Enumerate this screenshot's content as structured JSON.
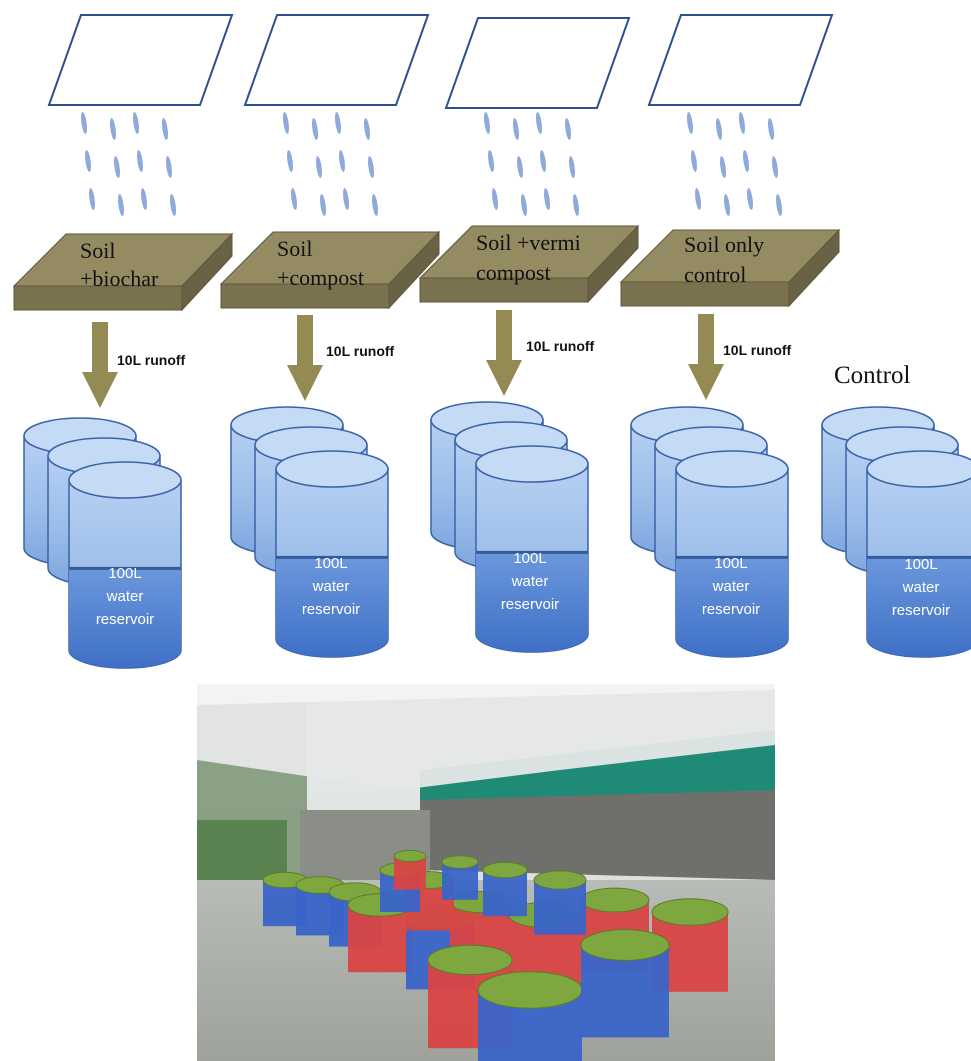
{
  "colors": {
    "panel_stroke": "#2f4f8f",
    "rain": "#8eaadb",
    "soil_top": "#958b62",
    "soil_side": "#7a714f",
    "arrow": "#948a54",
    "barrel_light": "#9cc0ec",
    "barrel_dark": "#4a78c8",
    "barrel_stroke": "#3a63a8"
  },
  "treatments": [
    {
      "soil_label_lines": [
        "Soil",
        "+biochar"
      ],
      "runoff_label": "10L runoff",
      "reservoir_lines": [
        "100L",
        "water",
        "reservoir"
      ]
    },
    {
      "soil_label_lines": [
        "Soil",
        "+compost"
      ],
      "runoff_label": "10L runoff",
      "reservoir_lines": [
        "100L",
        "water",
        "reservoir"
      ]
    },
    {
      "soil_label_lines": [
        "Soil +vermi",
        "compost"
      ],
      "runoff_label": "10L runoff",
      "reservoir_lines": [
        "100L",
        "water",
        "reservoir"
      ]
    },
    {
      "soil_label_lines": [
        "Soil only",
        "control"
      ],
      "runoff_label": "10L runoff",
      "reservoir_lines": [
        "100L",
        "water",
        "reservoir"
      ]
    }
  ],
  "control": {
    "label": "Control",
    "reservoir_lines": [
      "100L",
      "water",
      "reservoir"
    ]
  },
  "photo": {
    "icon": "photo-of-barrels-icon"
  }
}
